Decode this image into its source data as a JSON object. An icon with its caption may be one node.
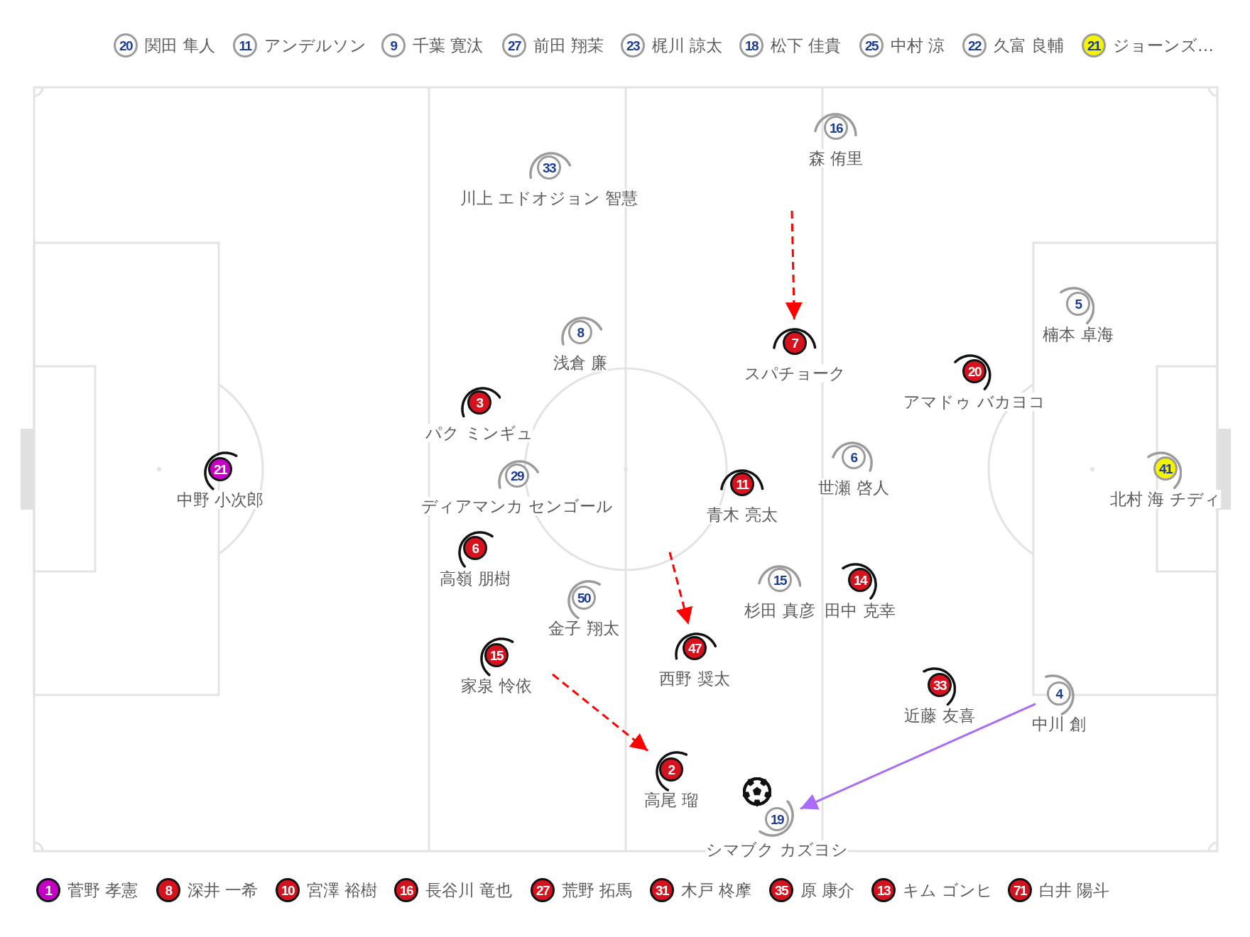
{
  "diagram": {
    "nodes": [
      {
        "text": [
          "20"
        ],
        "beside": [
          "関田 隼人"
        ]
      },
      {
        "text": [
          "11"
        ],
        "beside": [
          "アンデルソン"
        ]
      },
      {
        "text": [
          "9"
        ],
        "beside": [
          "千葉 寛汰"
        ]
      },
      {
        "text": [
          "27"
        ],
        "beside": [
          "前田 翔茉"
        ]
      },
      {
        "text": [
          "23"
        ],
        "beside": [
          "梶川 諒太"
        ]
      },
      {
        "text": [
          "18"
        ],
        "beside": [
          "松下 佳貴"
        ]
      },
      {
        "text": [
          "25"
        ],
        "beside": [
          "中村 涼"
        ]
      },
      {
        "text": [
          "22"
        ],
        "beside": [
          "久富 良輔"
        ]
      },
      {
        "text": [
          "21"
        ],
        "beside": [
          "ジョーンズ…"
        ]
      },
      {
        "text": [
          "16"
        ],
        "beside": [
          "森 侑里"
        ]
      },
      {
        "text": [
          "33"
        ],
        "beside": [
          "川上 エドオジョン 智慧"
        ]
      },
      {
        "text": [
          "5"
        ],
        "beside": [
          "楠本 卓海"
        ]
      },
      {
        "text": [
          "8"
        ],
        "beside": [
          "浅倉 廉"
        ]
      },
      {
        "text": [
          "7"
        ],
        "beside": [
          "スパチョーク"
        ]
      },
      {
        "text": [
          "20"
        ],
        "beside": [
          "アマドゥ バカヨコ"
        ]
      },
      {
        "text": [
          "3"
        ],
        "beside": [
          "パク ミンギュ"
        ]
      },
      {
        "text": [
          "6"
        ],
        "beside": [
          "世瀬 啓人"
        ]
      },
      {
        "text": [
          "21"
        ],
        "beside": [
          "中野 小次郎"
        ]
      },
      {
        "text": [
          "41"
        ],
        "beside": [
          "北村 海 チディ"
        ]
      },
      {
        "text": [
          "29"
        ],
        "beside": [
          "ディアマンカ センゴール"
        ]
      },
      {
        "text": [
          "11"
        ],
        "beside": [
          "青木 亮太"
        ]
      },
      {
        "text": [
          "6"
        ],
        "beside": [
          "高嶺 朋樹"
        ]
      },
      {
        "text": [
          "15"
        ],
        "beside": [
          "杉田 真彦"
        ]
      },
      {
        "text": [
          "14"
        ],
        "beside": [
          "田中 克幸"
        ]
      },
      {
        "text": [
          "50"
        ],
        "beside": [
          "金子 翔太"
        ]
      },
      {
        "text": [
          "47"
        ],
        "beside": [
          "西野 奨太"
        ]
      },
      {
        "text": [
          "15"
        ],
        "beside": [
          "家泉 怜依"
        ]
      },
      {
        "text": [
          "33"
        ],
        "beside": [
          "近藤 友喜"
        ]
      },
      {
        "text": [
          "4"
        ],
        "beside": [
          "中川 創"
        ]
      },
      {
        "text": [
          "2"
        ],
        "beside": [
          "高尾 瑠"
        ]
      },
      {
        "text": [
          "19"
        ],
        "beside": [
          "シマブク カズヨシ"
        ]
      },
      {
        "text": [
          "1"
        ],
        "beside": [
          "菅野 孝憲"
        ]
      },
      {
        "text": [
          "8"
        ],
        "beside": [
          "深井 一希"
        ]
      },
      {
        "text": [
          "10"
        ],
        "beside": [
          "宮澤 裕樹"
        ]
      },
      {
        "text": [
          "16"
        ],
        "beside": [
          "長谷川 竜也"
        ]
      },
      {
        "text": [
          "27"
        ],
        "beside": [
          "荒野 拓馬"
        ]
      },
      {
        "text": [
          "31"
        ],
        "beside": [
          "木戸 柊摩"
        ]
      },
      {
        "text": [
          "35"
        ],
        "beside": [
          "原 康介"
        ]
      },
      {
        "text": [
          "13"
        ],
        "beside": [
          "キム ゴンヒ"
        ]
      },
      {
        "text": [
          "71"
        ],
        "beside": [
          "白井 陽斗"
        ]
      }
    ],
    "edges": [
      {
        "from": null,
        "to": 13,
        "arrow": "to",
        "style": "dashed",
        "color": "#ff0000"
      },
      {
        "from": null,
        "to": 25,
        "arrow": "to",
        "style": "dashed",
        "color": "#ff0000"
      },
      {
        "from": null,
        "to": 29,
        "arrow": "to",
        "style": "dashed",
        "color": "#ff0000"
      },
      {
        "from": 28,
        "to": 30,
        "arrow": "to",
        "color": "#a86cf6"
      }
    ]
  }
}
